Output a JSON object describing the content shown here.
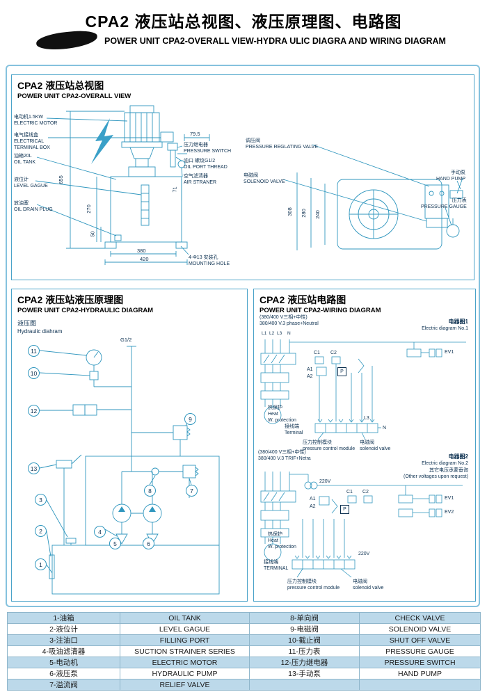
{
  "page": {
    "title": "CPA2 液压站总视图、液压原理图、电路图",
    "subtitle": "POWER UNIT CPA2-OVERALL VIEW-HYDRA ULIC DIAGRA AND WIRING DIAGRAM"
  },
  "overview": {
    "title_cn": "CPA2 液压站总视图",
    "title_en": "POWER UNIT CPA2-OVERALL VIEW",
    "labels": {
      "motor_cn": "电动机1.5KW",
      "motor_en": "ELECTRIC MOTOR",
      "terminal_cn": "电气接线盒",
      "terminal_en1": "ELECTRICAL",
      "terminal_en2": "TERMINAL BOX",
      "tank_cn": "油箱20L",
      "tank_en": "OIL TANK",
      "level_cn": "液位计",
      "level_en": "LEVEL GAGUE",
      "drain_cn": "放油塞",
      "drain_en": "OIL DRAIN PLUG",
      "pswitch_cn": "压力继电器",
      "pswitch_en": "PRESSURE SWITCH",
      "port_cn": "油口 螺纹G1/2",
      "port_en": "OIL PORT THREAD",
      "air_cn": "空气滤清器",
      "air_en": "AIR STRANER",
      "regvalve_cn": "调压阀",
      "regvalve_en": "PRESSURE REGLATING VALVE",
      "solenoid_cn": "电磁阀",
      "solenoid_en": "SOLENOID VALVE",
      "handpump_cn": "手动泵",
      "handpump_en": "HAND PUMP",
      "gauge_cn": "压力表",
      "gauge_en": "PRESSURE GAUGE",
      "mount_cn": "4-Φ13 安装孔",
      "mount_en": "MOUNTING HOLE"
    },
    "dims": {
      "d655": "655",
      "d270": "270",
      "d50": "50",
      "d380": "380",
      "d420": "420",
      "d795": "79.5",
      "d71": "71",
      "d308": "308",
      "d280": "280",
      "d240": "240"
    }
  },
  "hydraulic": {
    "title_cn": "CPA2 液压站液压原理图",
    "title_en": "POWER UNIT CPA2-HYDRAULIC DIAGRAM",
    "sub_cn": "液压图",
    "sub_en": "Hydraulic diahram",
    "port": "G1/2",
    "balloons": [
      "1",
      "2",
      "3",
      "4",
      "5",
      "6",
      "7",
      "8",
      "9",
      "10",
      "11",
      "12",
      "13"
    ]
  },
  "wiring": {
    "title_cn": "CPA2 液压站电路图",
    "title_en": "POWER UNIT CPA2-WIRING DIAGRAM",
    "d1": {
      "supply_cn": "(380/400 V三相+中性)",
      "supply_en": "380/400 V.3 phase+Neutral",
      "l1": "L1",
      "l2": "L2",
      "l3": "L3",
      "n": "N",
      "name_cn": "电器图1",
      "name_en": "Electric diagram No.1",
      "ev1": "EV1",
      "c1": "C1",
      "c2": "C2",
      "a1": "A1",
      "a2": "A2",
      "p": "P",
      "heat_cn": "热保护",
      "heat_en1": "Heat",
      "w": "W.",
      "heat_en2": "protection",
      "term_cn": "接线端",
      "term_en": "Terminal",
      "l3b": "L3",
      "nb": "N",
      "pcm_cn": "压力控制模块",
      "pcm_en": "pressure control module",
      "sol_cn": "电磁阀",
      "sol_en": "solenoid  valve"
    },
    "d2": {
      "supply_cn": "(380/400 V三相+中性)",
      "supply_en": "380/400 V.3 TRIF+Netra",
      "other_cn": "其它电压承蒙垂询",
      "other_en": "(Other voltages upon request)",
      "name_cn": "电器图2",
      "name_en": "Electric diagram No.2",
      "v220a": "220V",
      "v220b": "220V",
      "ev1": "EV1",
      "ev2": "EV2",
      "c1": "C1",
      "c2": "C2",
      "a1": "A1",
      "a2": "A2",
      "p": "P",
      "heat_cn": "热保护",
      "heat_en1": "Heat",
      "w": "W.",
      "heat_en2": "protection",
      "term_cn": "接线端",
      "term_en": "TERMINAL",
      "pcm_cn": "压力控制模块",
      "pcm_en": "pressure control module",
      "sol_cn": "电磁阀",
      "sol_en": "solenoid  valve"
    }
  },
  "legend": {
    "rows": [
      {
        "c1": "1-油箱",
        "c2": "OIL TANK",
        "c3": "8-单向阀",
        "c4": "CHECK VALVE"
      },
      {
        "c1": "2-液位计",
        "c2": "LEVEL GAGUE",
        "c3": "9-电磁阀",
        "c4": "SOLENOID VALVE"
      },
      {
        "c1": "3-注油口",
        "c2": "FILLING PORT",
        "c3": "10-截止阀",
        "c4": "SHUT OFF VALVE"
      },
      {
        "c1": "4-吸油滤清器",
        "c2": "SUCTION STRAINER SERIES",
        "c3": "11-压力表",
        "c4": "PRESSURE GAUGE"
      },
      {
        "c1": "5-电动机",
        "c2": "ELECTRIC MOTOR",
        "c3": "12-压力继电器",
        "c4": "PRESSURE SWITCH"
      },
      {
        "c1": "6-液压泵",
        "c2": "HYDRAULIC PUMP",
        "c3": "13-手动泵",
        "c4": "HAND PUMP"
      },
      {
        "c1": "7-溢流阀",
        "c2": "RELIEF VALVE",
        "c3": "",
        "c4": ""
      }
    ]
  }
}
